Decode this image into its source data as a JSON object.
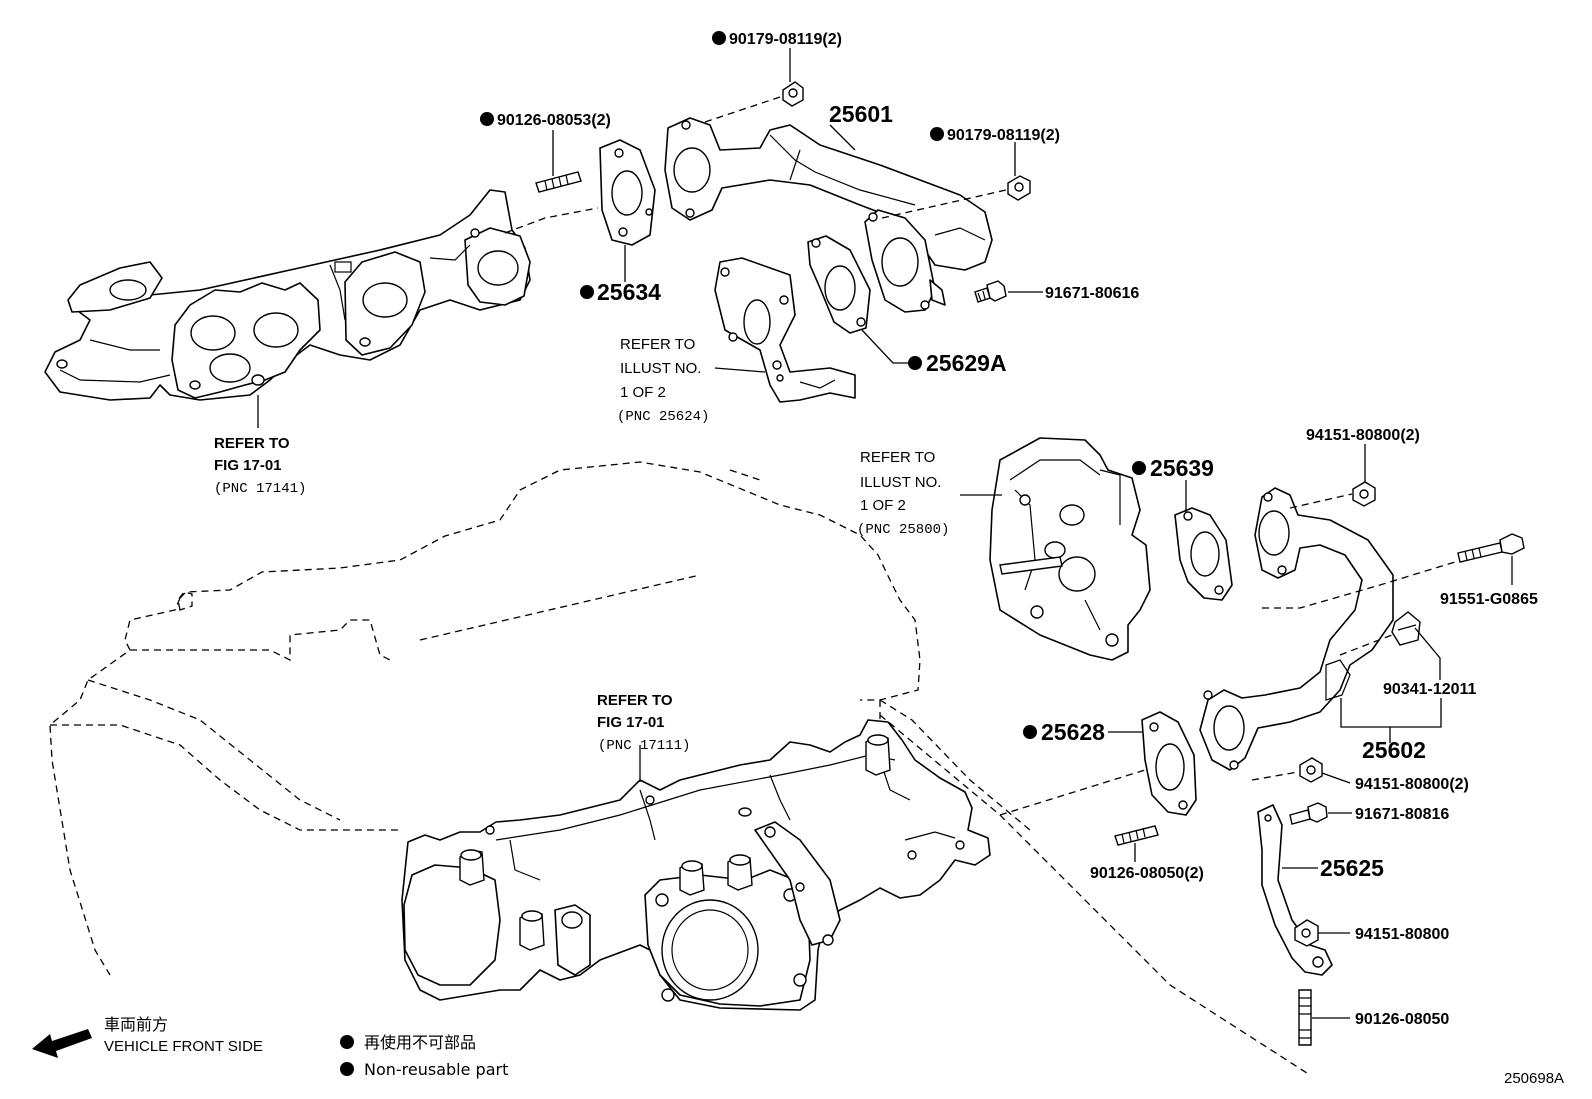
{
  "callouts": {
    "c1": "90179-08119(2)",
    "c2": "90126-08053(2)",
    "c3": "25601",
    "c4": "90179-08119(2)",
    "c5": "25634",
    "c6": "91671-80616",
    "c7": "25629A",
    "c8": "94151-80800(2)",
    "c9": "25639",
    "c10": "91551-G0865",
    "c11": "90341-12011",
    "c12": "25602",
    "c13": "25628",
    "c14": "94151-80800(2)",
    "c15": "91671-80816",
    "c16": "90126-08050(2)",
    "c17": "25625",
    "c18": "94151-80800",
    "c19": "90126-08050"
  },
  "refs": {
    "r1": [
      "REFER TO",
      "ILLUST NO.",
      "1 OF 2",
      "(PNC 25624)"
    ],
    "r2": [
      "REFER TO",
      "FIG 17-01",
      "(PNC 17141)"
    ],
    "r3": [
      "REFER TO",
      "ILLUST NO.",
      "1 OF 2",
      "(PNC 25800)"
    ],
    "r4": [
      "REFER TO",
      "FIG 17-01",
      "(PNC 17111)"
    ]
  },
  "legend": {
    "direction_jp": "車両前方",
    "direction_en": "VEHICLE FRONT SIDE",
    "nonreusable_jp": "再使用不可部品",
    "nonreusable_en": "Non-reusable part"
  },
  "figure_code": "250698A",
  "non_reusable_marker": "filled-circle",
  "icons": [
    "front-arrow-icon",
    "non-reusable-dot-icon"
  ]
}
